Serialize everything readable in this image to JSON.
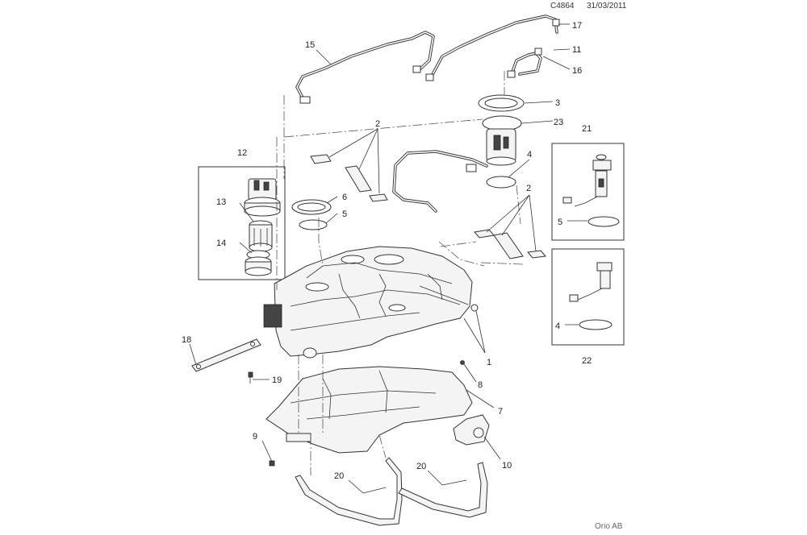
{
  "header": {
    "code": "C4864",
    "date": "31/03/2011"
  },
  "footer": {
    "brand": "Orio AB"
  },
  "callouts": [
    {
      "id": "c15",
      "label": "15"
    },
    {
      "id": "c17",
      "label": "17"
    },
    {
      "id": "c11",
      "label": "11"
    },
    {
      "id": "c16",
      "label": "16"
    },
    {
      "id": "c3",
      "label": "3"
    },
    {
      "id": "c2a",
      "label": "2"
    },
    {
      "id": "c23",
      "label": "23"
    },
    {
      "id": "c4a",
      "label": "4"
    },
    {
      "id": "c12",
      "label": "12"
    },
    {
      "id": "c13",
      "label": "13"
    },
    {
      "id": "c6",
      "label": "6"
    },
    {
      "id": "c5a",
      "label": "5"
    },
    {
      "id": "c14",
      "label": "14"
    },
    {
      "id": "c2b",
      "label": "2"
    },
    {
      "id": "c21",
      "label": "21"
    },
    {
      "id": "c5b",
      "label": "5"
    },
    {
      "id": "c4b",
      "label": "4"
    },
    {
      "id": "c22",
      "label": "22"
    },
    {
      "id": "c18",
      "label": "18"
    },
    {
      "id": "c19",
      "label": "19"
    },
    {
      "id": "c1",
      "label": "1"
    },
    {
      "id": "c8",
      "label": "8"
    },
    {
      "id": "c7",
      "label": "7"
    },
    {
      "id": "c9",
      "label": "9"
    },
    {
      "id": "c10",
      "label": "10"
    },
    {
      "id": "c20a",
      "label": "20"
    },
    {
      "id": "c20b",
      "label": "20"
    }
  ]
}
